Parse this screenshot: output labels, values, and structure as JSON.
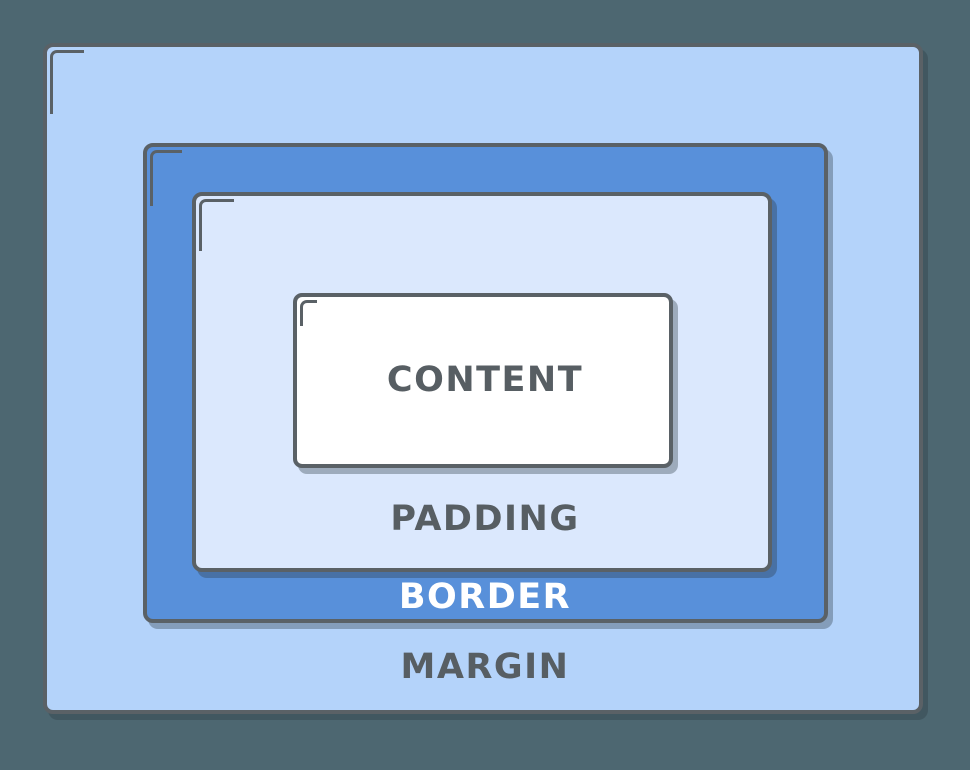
{
  "diagram": {
    "name": "css-box-model",
    "layers": [
      {
        "id": "margin",
        "label": "MARGIN"
      },
      {
        "id": "border",
        "label": "BORDER"
      },
      {
        "id": "padding",
        "label": "PADDING"
      },
      {
        "id": "content",
        "label": "CONTENT"
      }
    ]
  },
  "colors": {
    "canvas-bg": "#4d6771",
    "margin-fill": "#b4d3fa",
    "border-fill": "#5890da",
    "padding-fill": "#dbe8fd",
    "content-fill": "#ffffff",
    "stroke": "#5a6166",
    "shadow": "rgba(43,58,66,0.35)",
    "label-dark": "#575e63",
    "label-light": "#ffffff"
  }
}
